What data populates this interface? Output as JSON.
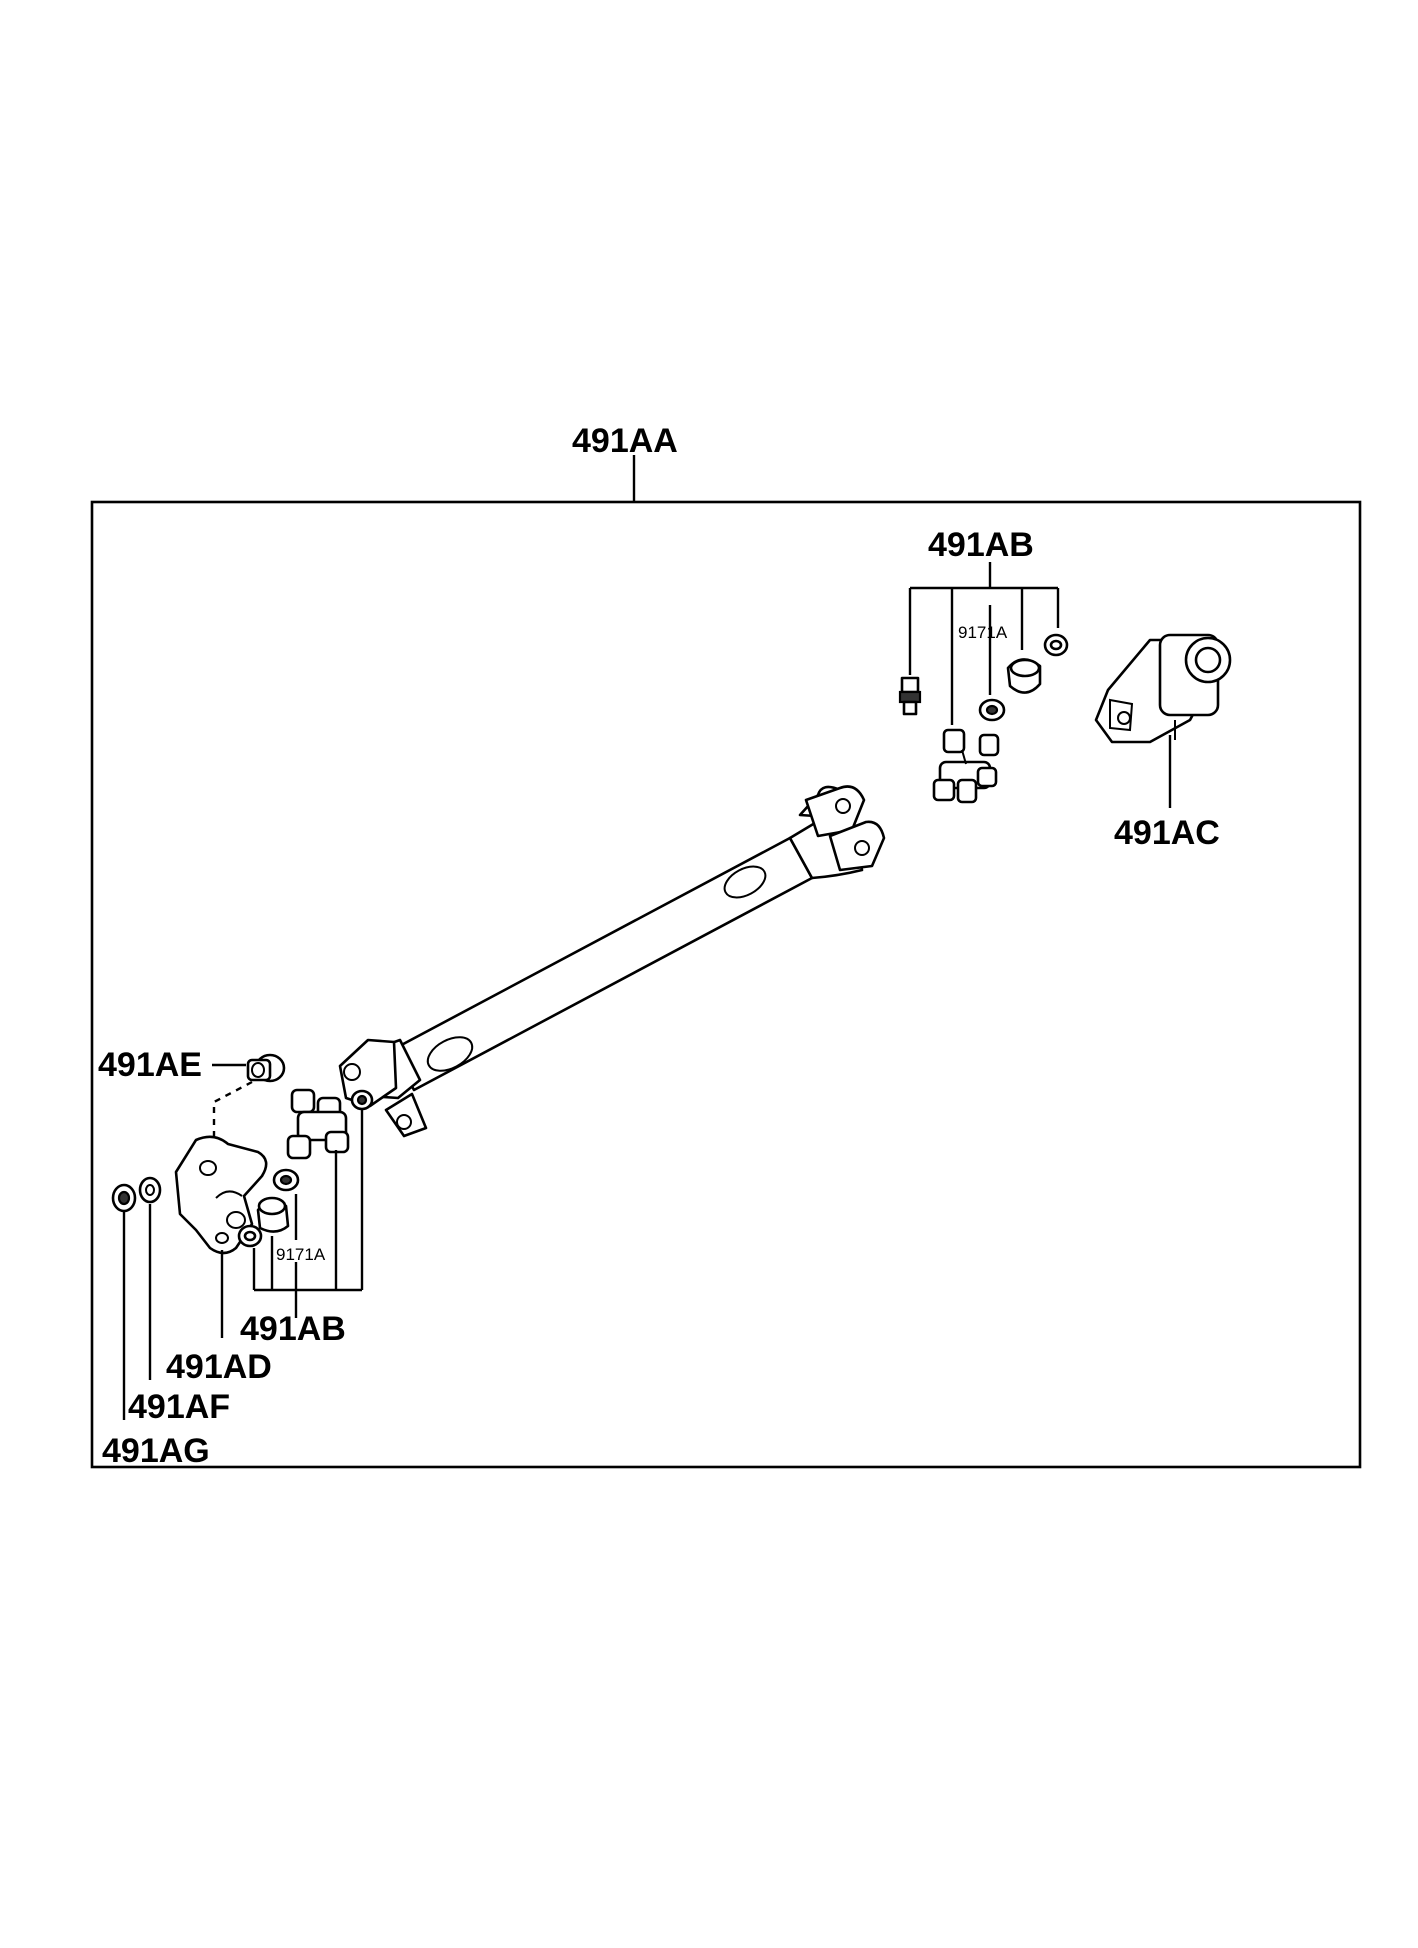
{
  "labels": {
    "assembly": "491AA",
    "ab_top": "491AB",
    "kit_top": "9171A",
    "ac": "491AC",
    "ae": "491AE",
    "ab_bottom": "491AB",
    "kit_bottom": "9171A",
    "ad": "491AD",
    "af": "491AF",
    "ag": "491AG"
  }
}
